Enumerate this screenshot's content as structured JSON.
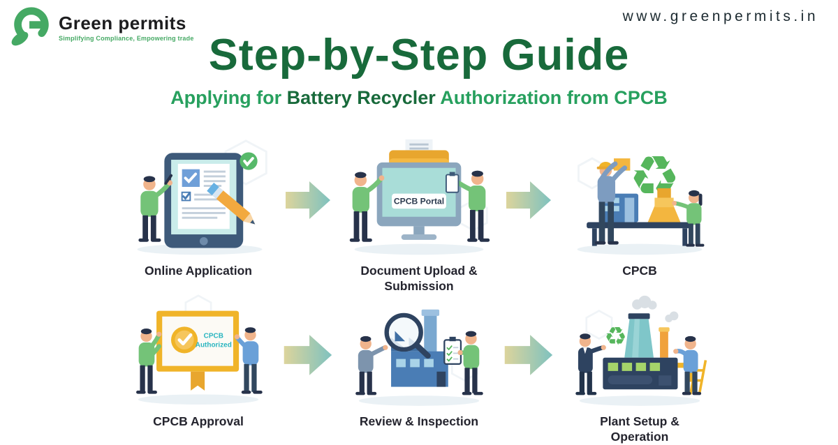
{
  "brand": {
    "name": "Green permits",
    "tagline": "Simplifying Compliance, Empowering trade"
  },
  "website": "www.greenpermits.in",
  "header": {
    "title": "Step-by-Step Guide",
    "subtitle_prefix": "Applying for ",
    "subtitle_highlight": "Battery Recycler",
    "subtitle_suffix": " Authorization from CPCB"
  },
  "steps": [
    {
      "id": 1,
      "label": "Online Application",
      "icon": "tablet-checklist-illustration"
    },
    {
      "id": 2,
      "label": "Document Upload & Submission",
      "icon": "upload-portal-illustration",
      "screen_label": "CPCB Portal"
    },
    {
      "id": 3,
      "label": "CPCB",
      "icon": "recycling-handover-illustration"
    },
    {
      "id": 4,
      "label": "CPCB Approval",
      "icon": "certificate-illustration",
      "badge_line1": "CPCB",
      "badge_line2": "Authorized"
    },
    {
      "id": 5,
      "label": "Review & Inspection",
      "icon": "factory-inspection-illustration"
    },
    {
      "id": 6,
      "label": "Plant Setup & Operation",
      "icon": "plant-operation-illustration"
    }
  ],
  "colors": {
    "title_green": "#186a3b",
    "accent_green": "#27a05e",
    "brand_green": "#45a964",
    "label_dark": "#24242e",
    "arrow_gradient_from": "#dcd49c",
    "arrow_gradient_to": "#7fc2bf",
    "gold": "#f0b429",
    "badge_teal": "#2ab5c0"
  }
}
